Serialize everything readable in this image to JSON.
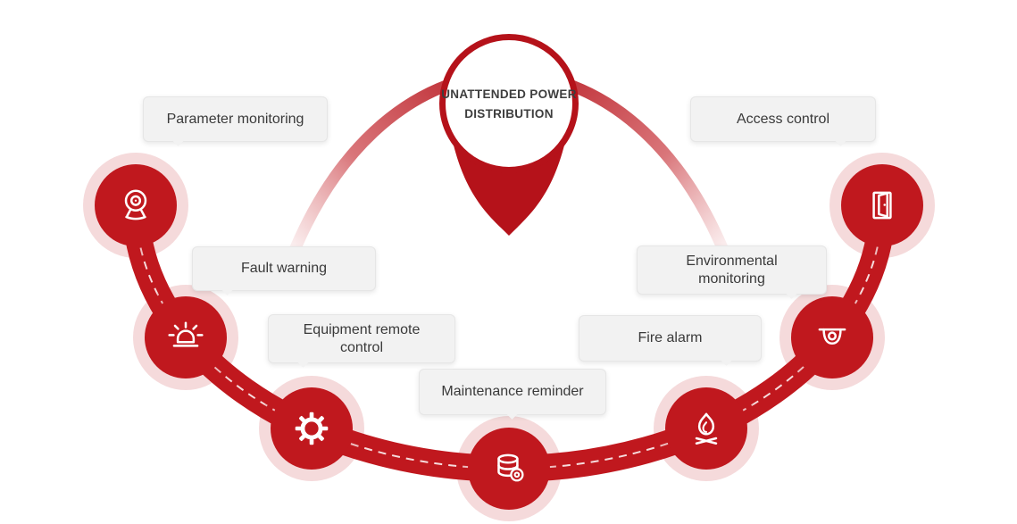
{
  "center": {
    "line1": "UNATTENDED POWER",
    "line2": "DISTRIBUTION"
  },
  "nodes": [
    {
      "label": "Parameter monitoring",
      "icon": "webcam-icon"
    },
    {
      "label": "Fault warning",
      "icon": "siren-icon"
    },
    {
      "label": "Equipment remote control",
      "icon": "gear-icon"
    },
    {
      "label": "Maintenance reminder",
      "icon": "database-icon"
    },
    {
      "label": "Fire alarm",
      "icon": "bonfire-icon"
    },
    {
      "label": "Environmental monitoring",
      "icon": "dome-camera-icon"
    },
    {
      "label": "Access control",
      "icon": "open-door-icon"
    }
  ],
  "colors": {
    "primary_red": "#c0181e",
    "dark_red": "#b5121a",
    "halo_pink": "rgba(192,24,30,0.16)",
    "label_bg": "#f2f2f2",
    "label_border": "#e6e6e6",
    "text_dark": "#3a3a3a"
  }
}
